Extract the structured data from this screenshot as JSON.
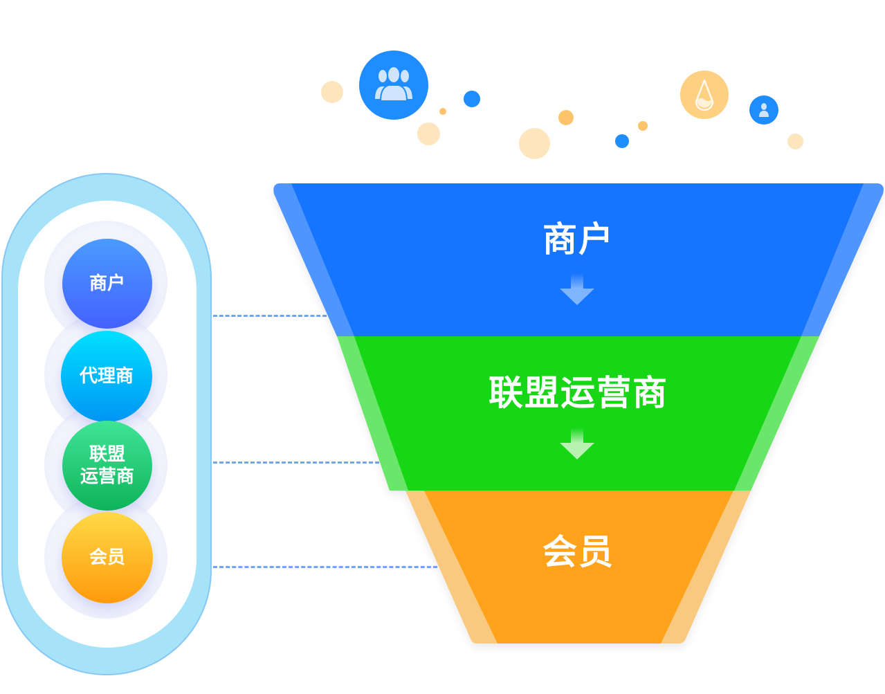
{
  "title": "商户 → 联盟运营商 → 会员 funnel",
  "colors": {
    "merchant": "#1874ff",
    "alliance": "#12d616",
    "member": "#ffa21b",
    "capsule": "#a6e2f8",
    "dash": "#6fa5f3"
  },
  "side_nodes": [
    {
      "label": "商户"
    },
    {
      "label": "代理商"
    },
    {
      "label": "联盟\n运营商",
      "line1": "联盟",
      "line2": "运营商"
    },
    {
      "label": "会员"
    }
  ],
  "funnel": {
    "stages": [
      {
        "label": "商户",
        "arrow": "down-arrow"
      },
      {
        "label": "联盟运营商",
        "arrow": "down-arrow"
      },
      {
        "label": "会员"
      }
    ]
  },
  "decor_icons": [
    "users-group-icon",
    "water-drop-icon",
    "user-icon"
  ]
}
